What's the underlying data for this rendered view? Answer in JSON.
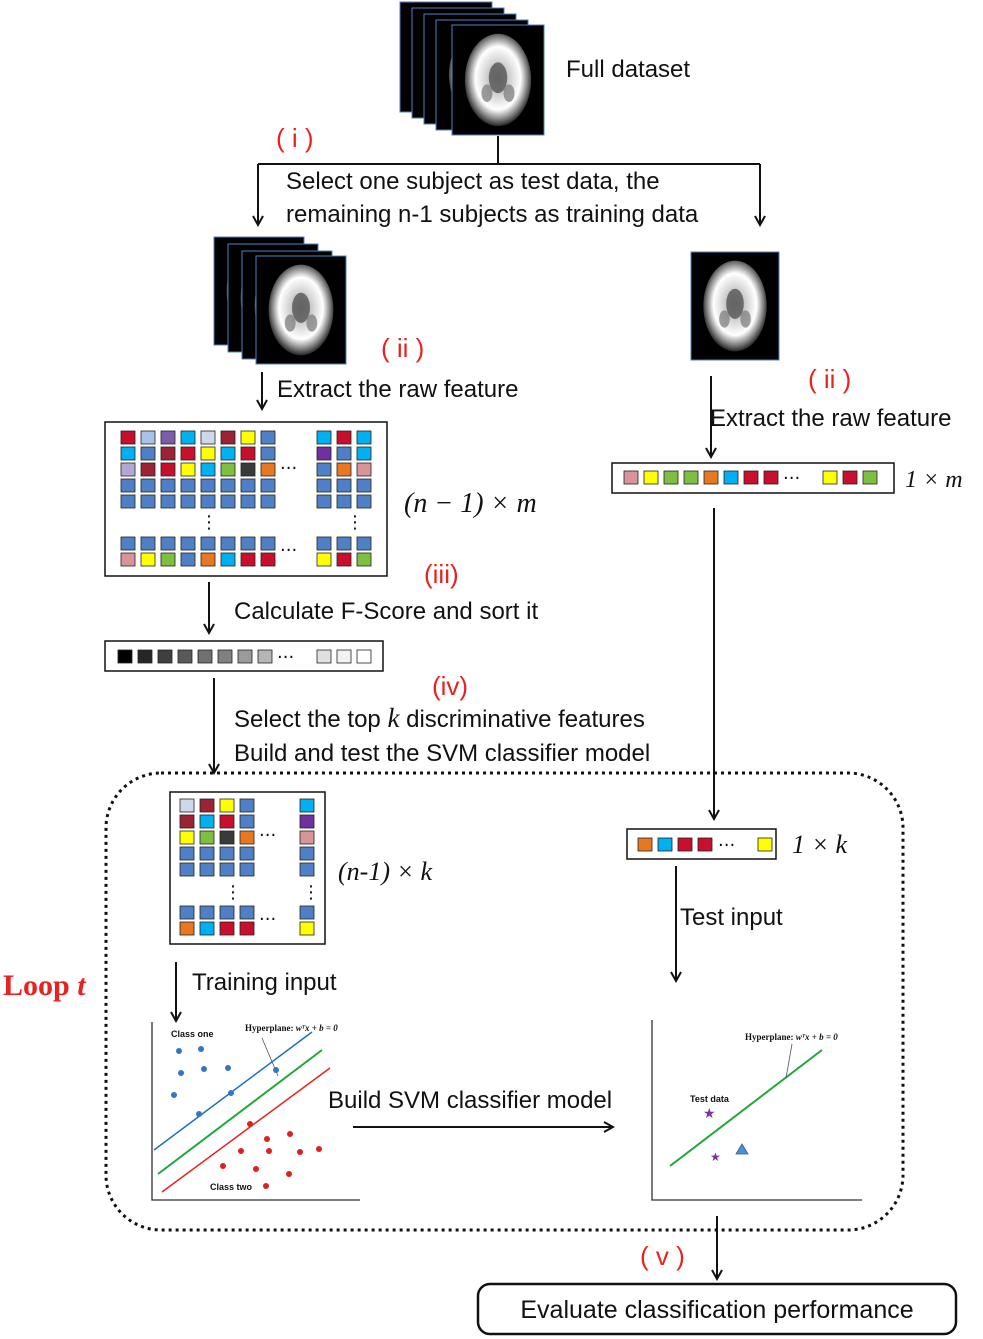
{
  "colors": {
    "step_label": "#e8231f",
    "loop_label": "#e8231f",
    "arrow": "#111111",
    "cell_blue": "#4f7fc4",
    "margin_line_blue": "#1f6fbf",
    "hyperplane_green": "#1fa83a",
    "margin_line_red": "#e8231f",
    "class_one_dot": "#2f78c4",
    "class_two_dot": "#e01f1f",
    "test_star": "#7a2fb0",
    "test_triangle": "#4f8fd8",
    "feature_palette": [
      "#c8102e",
      "#a9c3e8",
      "#7b5ea7",
      "#00b0f0",
      "#cfd8ea",
      "#9b2335",
      "#ffff00",
      "#4f7fc4",
      "#e87722",
      "#7fbf3f",
      "#d9949a",
      "#3a3a3a",
      "#7030a0"
    ]
  },
  "icons": {
    "brain_stack_icon": "brain-mri-stack",
    "brain_single_icon": "brain-mri-single"
  },
  "labels": {
    "full_dataset": "Full dataset",
    "step_i": "( i )",
    "step_ii_left": "( ii )",
    "step_ii_right": "( ii )",
    "step_iii": "(iii)",
    "step_iv": "(iv)",
    "step_v": "( v )",
    "split_line1": "Select one subject as test data, the",
    "split_line2": "remaining n-1 subjects as training data",
    "extract_left": "Extract the raw feature",
    "extract_right": "Extract the raw feature",
    "fscore": "Calculate F-Score and sort it",
    "select_line1_pre": "Select the top ",
    "select_k": "k",
    "select_line1_post": "  discriminative features",
    "select_line2": "Build and test the SVM classifier model",
    "training_input": "Training input",
    "test_input": "Test input",
    "build_svm": "Build SVM classifier model",
    "loop_word": "Loop ",
    "loop_var": "t",
    "evaluate": "Evaluate classification performance",
    "dots_h": "···",
    "dots_v": "⋮"
  },
  "dims": {
    "train_full": "(n − 1) × m",
    "test_full": "1 × m",
    "train_k": "(n-1) × k",
    "test_k": "1 × k"
  },
  "svm_train_plot": {
    "class_one": "Class one",
    "class_two": "Class two",
    "hyperplane_label": "Hyperplane",
    "hyperplane_eq": "wᵀx + b = 0"
  },
  "svm_test_plot": {
    "test_data": "Test data",
    "hyperplane_label": "Hyperplane",
    "hyperplane_eq": "wᵀx + b = 0"
  },
  "matrices": {
    "train_full_top": [
      [
        "#c8102e",
        "#a9c3e8",
        "#7b5ea7",
        "#00b0f0",
        "#cfd8ea",
        "#9b2335",
        "#ffff00",
        "#4f7fc4"
      ],
      [
        "#00b0f0",
        "#4f7fc4",
        "#9b2335",
        "#c8102e",
        "#ffff00",
        "#00b0f0",
        "#c8102e",
        "#4f7fc4"
      ],
      [
        "#b4a7d6",
        "#9b2335",
        "#c8102e",
        "#ffff00",
        "#00b0f0",
        "#7fbf3f",
        "#3a3a3a",
        "#e87722"
      ],
      [
        "#4f7fc4",
        "#4f7fc4",
        "#4f7fc4",
        "#4f7fc4",
        "#4f7fc4",
        "#4f7fc4",
        "#4f7fc4",
        "#4f7fc4"
      ],
      [
        "#4f7fc4",
        "#4f7fc4",
        "#4f7fc4",
        "#4f7fc4",
        "#4f7fc4",
        "#4f7fc4",
        "#4f7fc4",
        "#4f7fc4"
      ]
    ],
    "train_full_top_right": [
      [
        "#00b0f0",
        "#c8102e",
        "#00b0f0"
      ],
      [
        "#7030a0",
        "#4f7fc4",
        "#00b0f0"
      ],
      [
        "#4f7fc4",
        "#e87722",
        "#d9949a"
      ],
      [
        "#4f7fc4",
        "#4f7fc4",
        "#4f7fc4"
      ],
      [
        "#4f7fc4",
        "#4f7fc4",
        "#4f7fc4"
      ]
    ],
    "train_full_bottom": [
      [
        "#4f7fc4",
        "#4f7fc4",
        "#4f7fc4",
        "#4f7fc4",
        "#4f7fc4",
        "#4f7fc4",
        "#4f7fc4",
        "#4f7fc4"
      ],
      [
        "#d9949a",
        "#ffff00",
        "#7fbf3f",
        "#4f7fc4",
        "#e87722",
        "#00b0f0",
        "#c8102e",
        "#c8102e"
      ]
    ],
    "train_full_bottom_right": [
      [
        "#4f7fc4",
        "#4f7fc4",
        "#4f7fc4"
      ],
      [
        "#ffff00",
        "#c8102e",
        "#7fbf3f"
      ]
    ],
    "test_full_row": [
      "#d9949a",
      "#ffff00",
      "#7fbf3f",
      "#7fbf3f",
      "#e87722",
      "#00b0f0",
      "#c8102e",
      "#c8102e"
    ],
    "test_full_row_right": [
      "#ffff00",
      "#c8102e",
      "#7fbf3f"
    ],
    "fscore_row": [
      "#000000",
      "#262626",
      "#3f3f3f",
      "#595959",
      "#707070",
      "#808080",
      "#9a9a9a",
      "#b5b5b5"
    ],
    "fscore_row_right": [
      "#e0e0e0",
      "#f2f2f2",
      "#ffffff"
    ],
    "train_k_top": [
      [
        "#cfd8ea",
        "#9b2335",
        "#ffff00",
        "#4f7fc4"
      ],
      [
        "#9b2335",
        "#00b0f0",
        "#c8102e",
        "#4f7fc4"
      ],
      [
        "#ffff00",
        "#7fbf3f",
        "#3a3a3a",
        "#e87722"
      ],
      [
        "#4f7fc4",
        "#4f7fc4",
        "#4f7fc4",
        "#4f7fc4"
      ],
      [
        "#4f7fc4",
        "#4f7fc4",
        "#4f7fc4",
        "#4f7fc4"
      ]
    ],
    "train_k_top_right": [
      "#00b0f0",
      "#7030a0",
      "#d9949a",
      "#4f7fc4",
      "#4f7fc4"
    ],
    "train_k_bottom": [
      [
        "#4f7fc4",
        "#4f7fc4",
        "#4f7fc4",
        "#4f7fc4"
      ],
      [
        "#e87722",
        "#00b0f0",
        "#c8102e",
        "#c8102e"
      ]
    ],
    "train_k_bottom_right": [
      "#4f7fc4",
      "#ffff00"
    ],
    "test_k_row": [
      "#e87722",
      "#00b0f0",
      "#c8102e",
      "#c8102e"
    ],
    "test_k_row_right": [
      "#ffff00"
    ]
  }
}
